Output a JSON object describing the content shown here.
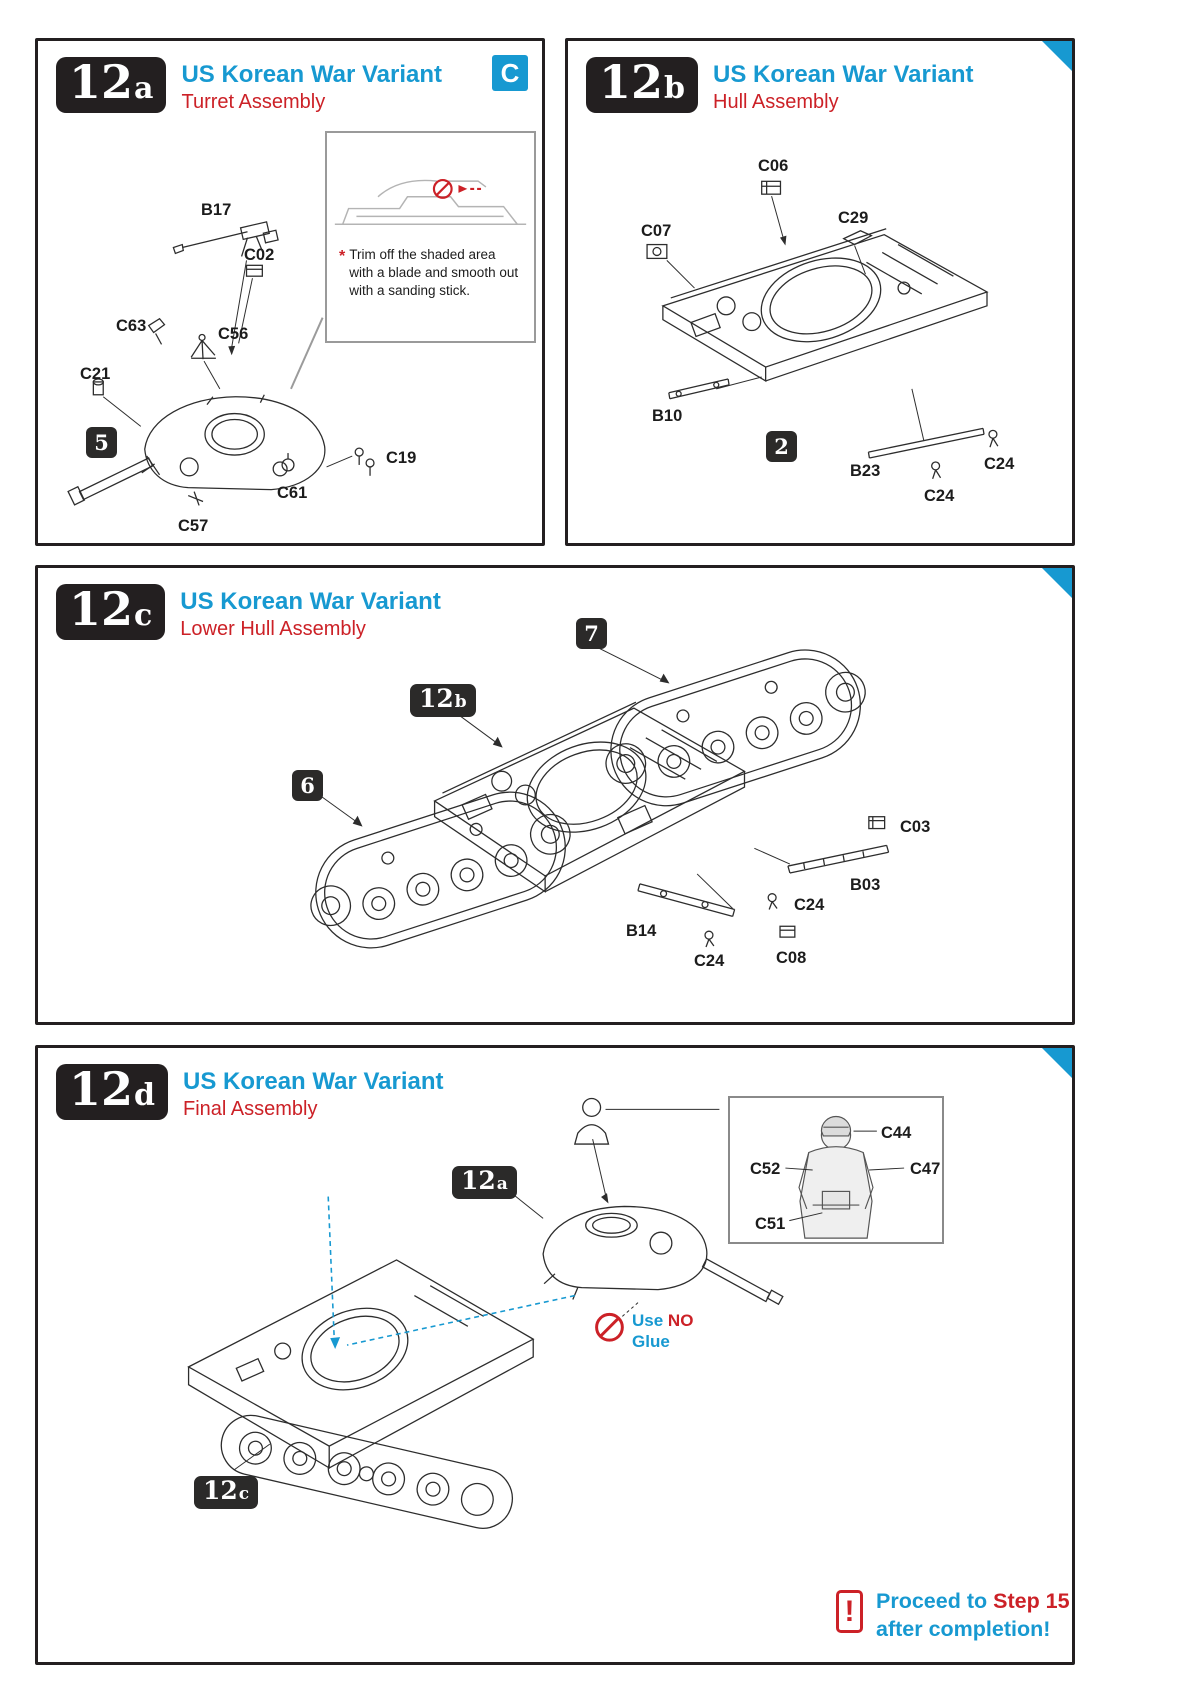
{
  "colors": {
    "accent_blue": "#1799d1",
    "accent_red": "#cc2127",
    "badge_dark": "#2b2a29",
    "border_dark": "#231f20"
  },
  "p12a": {
    "num": "12",
    "letter": "a",
    "title": "US Korean War Variant",
    "subtitle": "Turret Assembly",
    "corner_letter": "C",
    "badge5": "5",
    "parts": {
      "b17": "B17",
      "c02": "C02",
      "c63": "C63",
      "c56": "C56",
      "c21": "C21",
      "c19": "C19",
      "c61": "C61",
      "c57": "C57"
    },
    "note": {
      "star": "*",
      "text": "Trim off the shaded area with a blade and smooth out with a sanding stick."
    }
  },
  "p12b": {
    "num": "12",
    "letter": "b",
    "title": "US Korean War Variant",
    "subtitle": "Hull Assembly",
    "badge2": "2",
    "parts": {
      "c06": "C06",
      "c07": "C07",
      "c29": "C29",
      "b10": "B10",
      "b23": "B23",
      "c24_right": "C24",
      "c24_lower": "C24"
    }
  },
  "p12c": {
    "num": "12",
    "letter": "c",
    "title": "US Korean War Variant",
    "subtitle": "Lower Hull Assembly",
    "badge7": "7",
    "badge6": "6",
    "ref12b": {
      "num": "12",
      "letter": "b"
    },
    "parts": {
      "c03": "C03",
      "b03": "B03",
      "c24_upper": "C24",
      "b14": "B14",
      "c24_lower": "C24",
      "c08": "C08"
    }
  },
  "p12d": {
    "num": "12",
    "letter": "d",
    "title": "US Korean War Variant",
    "subtitle": "Final Assembly",
    "ref12a": {
      "num": "12",
      "letter": "a"
    },
    "ref12c": {
      "num": "12",
      "letter": "c"
    },
    "figure_parts": {
      "c44": "C44",
      "c52": "C52",
      "c47": "C47",
      "c51": "C51"
    },
    "glue_note": {
      "use": "Use",
      "no": "NO",
      "glue": "Glue"
    },
    "proceed": {
      "mark": "!",
      "lead": "Proceed to",
      "step": "Step 15",
      "tail": "after completion!"
    }
  }
}
